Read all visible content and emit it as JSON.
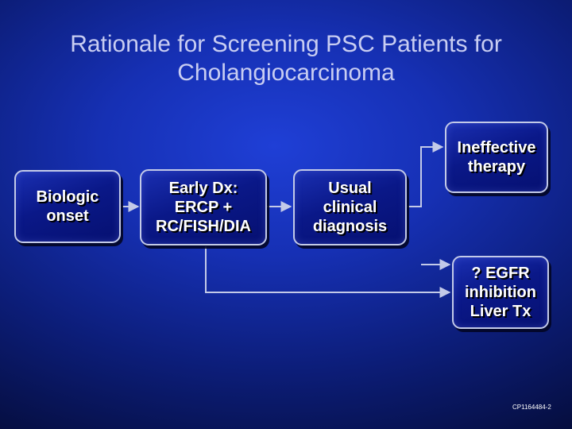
{
  "title": "Rationale for Screening PSC Patients for\nCholangiocarcinoma",
  "nodes": {
    "biologic_onset": "Biologic\nonset",
    "early_dx": "Early Dx:\nERCP +\nRC/FISH/DIA",
    "usual_diagnosis": "Usual\nclinical\ndiagnosis",
    "ineffective_therapy": "Ineffective\ntherapy",
    "egfr_liver_tx": "? EGFR\ninhibition\nLiver Tx"
  },
  "footer": "CP1164484-2",
  "colors": {
    "arrow": "#c3cae8",
    "box_border": "#c3cae8",
    "title": "#c8cdf2"
  }
}
